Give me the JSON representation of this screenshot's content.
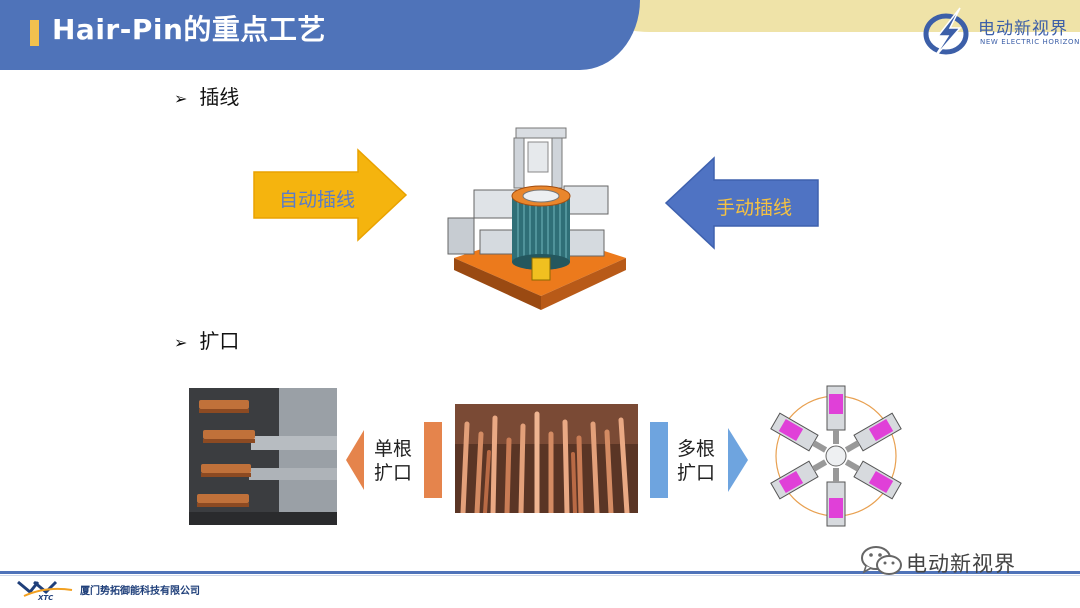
{
  "header": {
    "title": "Hair-Pin的重点工艺",
    "logo_name": "电动新视界",
    "logo_tagline": "NEW ELECTRIC HORIZON"
  },
  "section1": {
    "heading": "插线",
    "auto_label": "自动插线",
    "manual_label": "手动插线"
  },
  "section2": {
    "heading": "扩口",
    "single_line1": "单根",
    "single_line2": "扩口",
    "multi_line1": "多根",
    "multi_line2": "扩口"
  },
  "footer": {
    "company": "厦门势拓御能科技有限公司",
    "company_abbr": "XTC",
    "watermark": "电动新视界"
  },
  "colors": {
    "header_blue": "#4f73b9",
    "header_gold": "#efe3a8",
    "auto_arrow": "#f5b40e",
    "manual_arrow": "#4f73c3",
    "single_arrow": "#e5844c",
    "multi_arrow": "#6ea4df"
  }
}
